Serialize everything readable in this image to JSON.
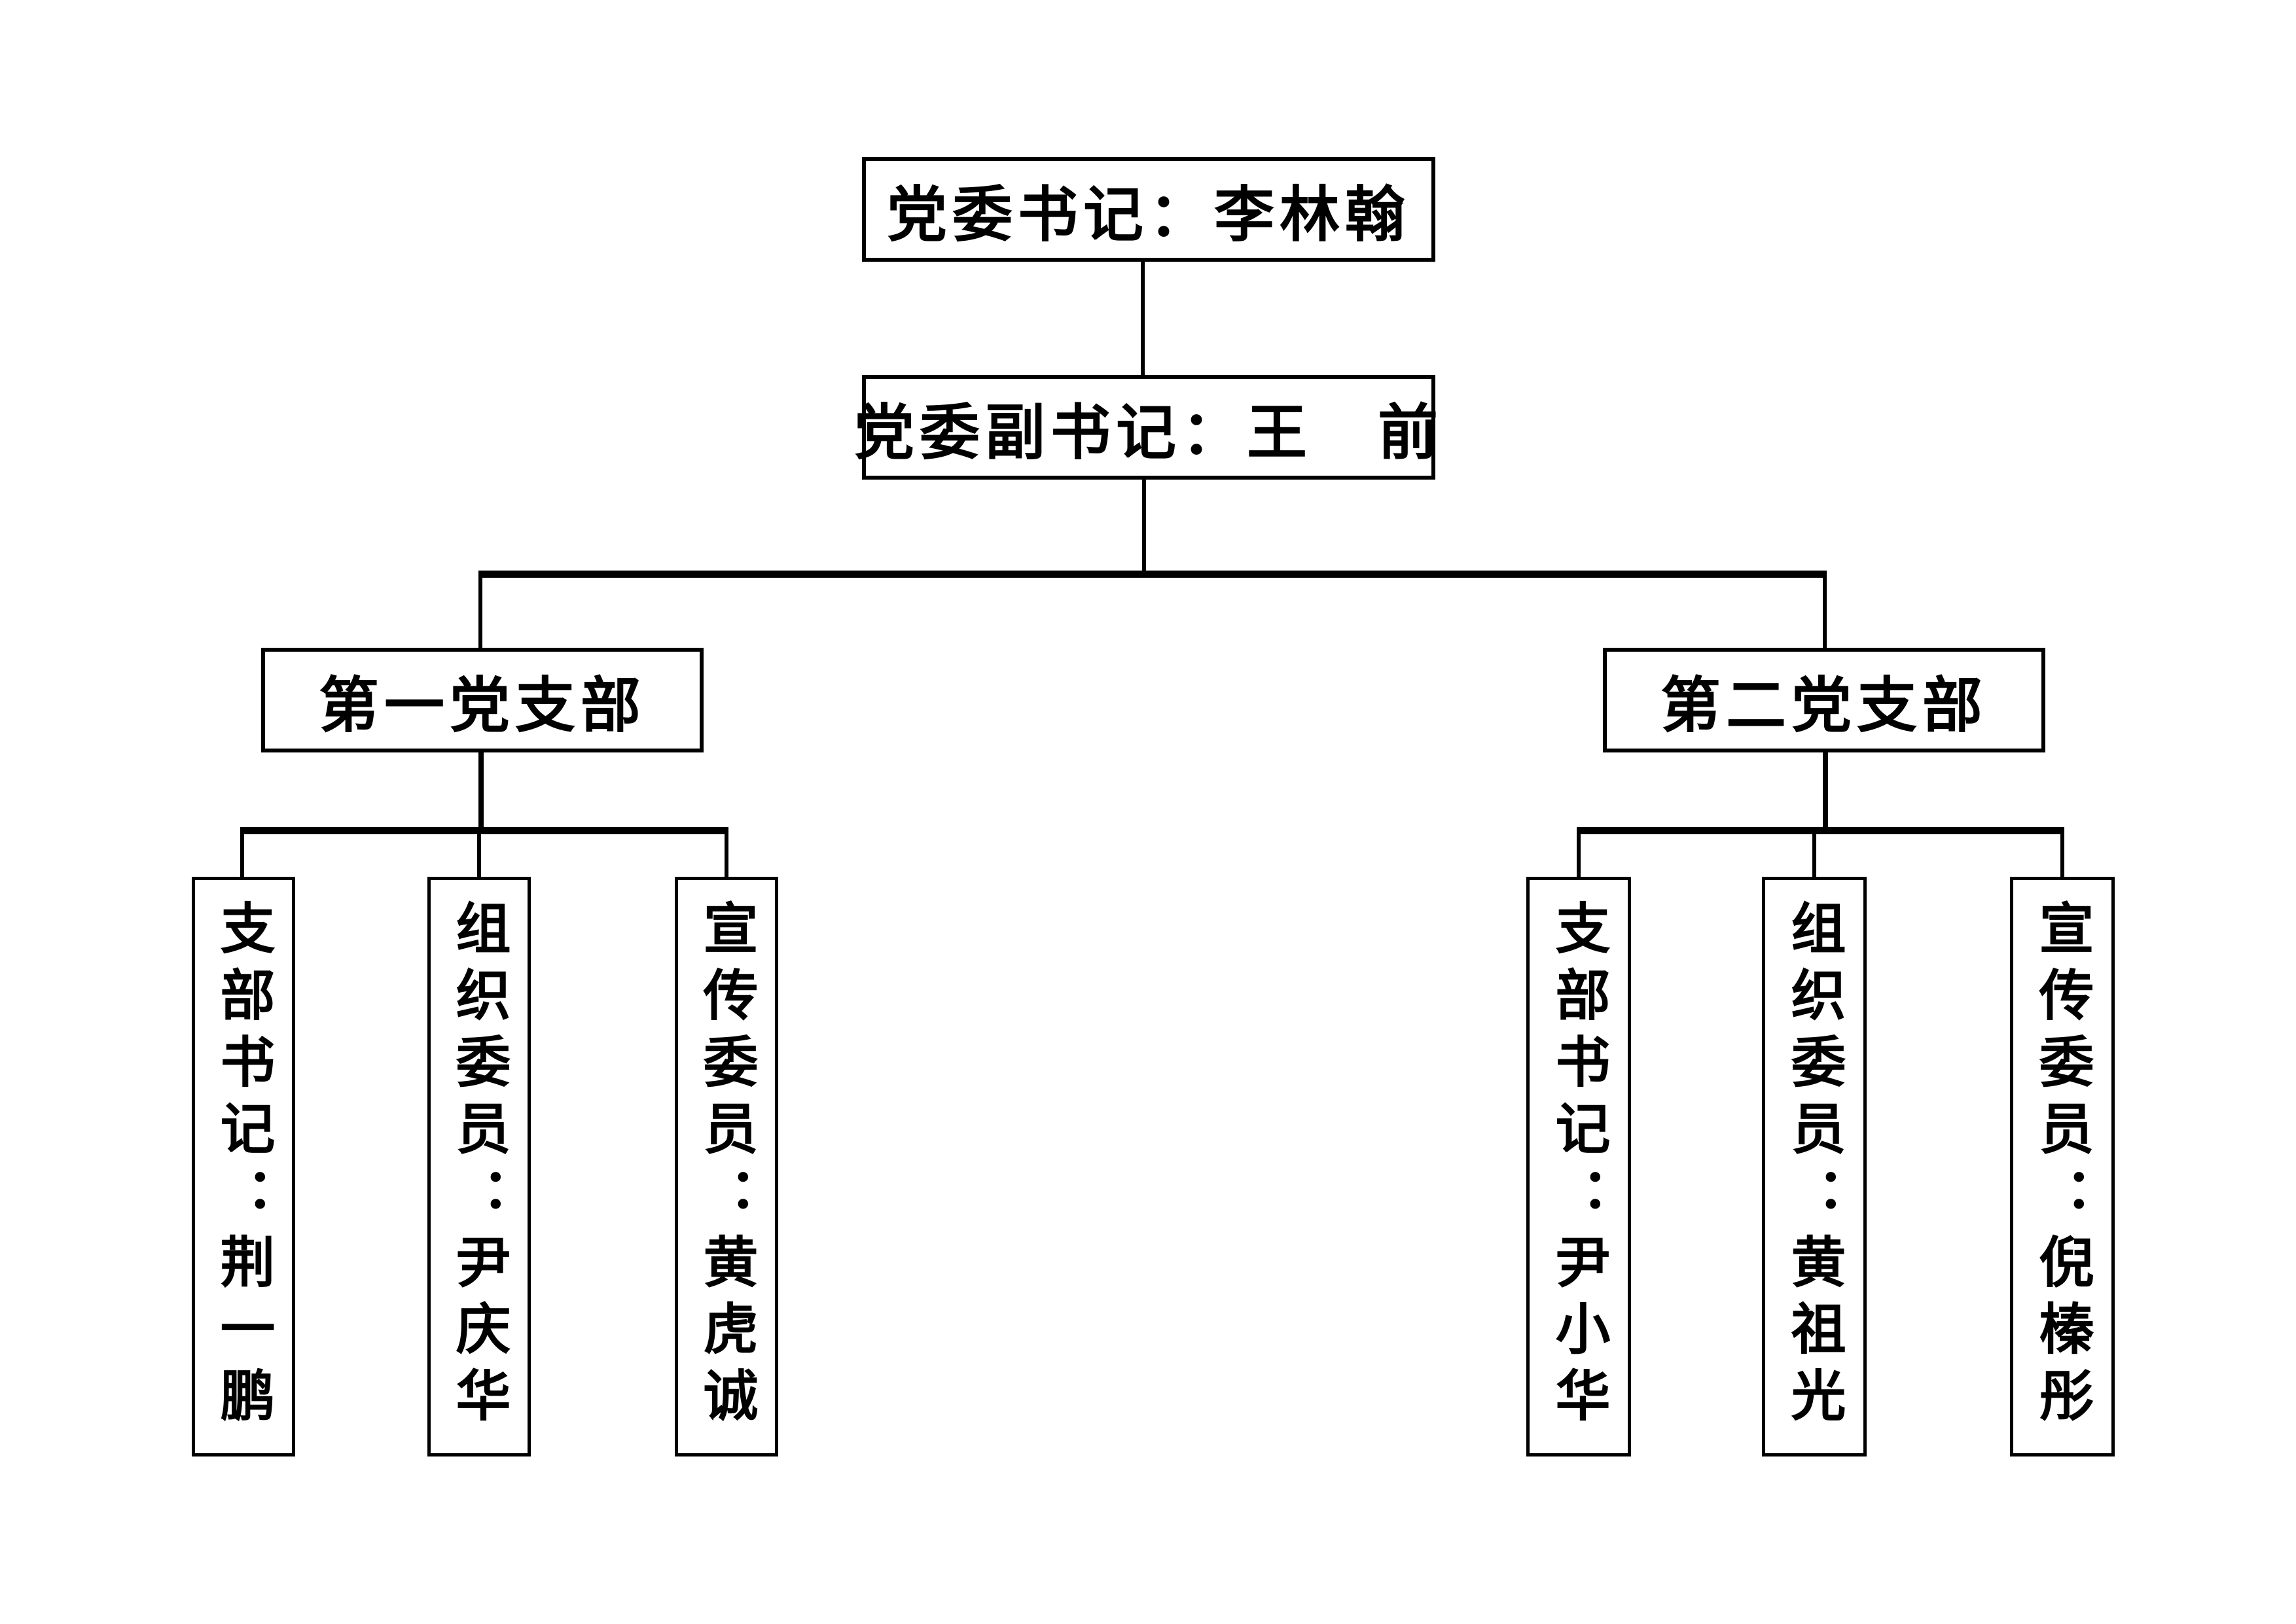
{
  "page": {
    "background_color": "#ffffff",
    "line_color": "#000000",
    "text_color": "#000000"
  },
  "org_chart": {
    "root": {
      "label": "党委书记：李林翰"
    },
    "deputy": {
      "label": "党委副书记：王　前"
    },
    "branches": [
      {
        "label": "第一党支部",
        "members": [
          {
            "label": "支部书记：荆一鹏"
          },
          {
            "label": "组织委员：尹庆华"
          },
          {
            "label": "宣传委员：黄虎诚"
          }
        ]
      },
      {
        "label": "第二党支部",
        "members": [
          {
            "label": "支部书记：尹小华"
          },
          {
            "label": "组织委员：黄祖光"
          },
          {
            "label": "宣传委员：倪榛彤"
          }
        ]
      }
    ]
  }
}
